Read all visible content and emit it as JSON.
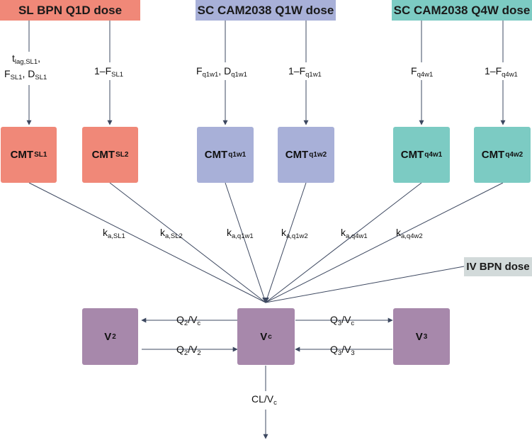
{
  "colors": {
    "sl": "#f08878",
    "q1w": "#a8b0d8",
    "q4w": "#7ccbc3",
    "iv": "#d2dada",
    "volume": "#a788ab",
    "line": "#3d4860"
  },
  "dose_boxes": {
    "sl": "SL BPN Q1D dose",
    "q1w": "SC CAM2038 Q1W dose",
    "q4w": "SC CAM2038 Q4W dose",
    "iv": "IV BPN dose"
  },
  "input_labels": {
    "sl1_line1": {
      "main": "t",
      "sub": "lag,SL1",
      "tail": ","
    },
    "sl1_line2": {
      "a": "F",
      "a_sub": "SL1",
      "sep": ", ",
      "b": "D",
      "b_sub": "SL1"
    },
    "sl2": {
      "main": "1–F",
      "sub": "SL1"
    },
    "q1w1": {
      "a": "F",
      "a_sub": "q1w1",
      "sep": ", ",
      "b": "D",
      "b_sub": "q1w1"
    },
    "q1w2": {
      "main": "1–F",
      "sub": "q1w1"
    },
    "q4w1": {
      "main": "F",
      "sub": "q4w1"
    },
    "q4w2": {
      "main": "1–F",
      "sub": "q4w1"
    }
  },
  "compartments": [
    {
      "main": "CMT",
      "sub": "SL1"
    },
    {
      "main": "CMT",
      "sub": "SL2"
    },
    {
      "main": "CMT",
      "sub": "q1w1"
    },
    {
      "main": "CMT",
      "sub": "q1w2"
    },
    {
      "main": "CMT",
      "sub": "q4w1"
    },
    {
      "main": "CMT",
      "sub": "q4w2"
    }
  ],
  "absorption_labels": [
    {
      "main": "k",
      "sub": "a,SL1"
    },
    {
      "main": "k",
      "sub": "a,SL2"
    },
    {
      "main": "k",
      "sub": "a,q1w1"
    },
    {
      "main": "k",
      "sub": "a,q1w2"
    },
    {
      "main": "k",
      "sub": "a,q4w1"
    },
    {
      "main": "k",
      "sub": "a,q4w2"
    }
  ],
  "volumes": {
    "v2": {
      "main": "V",
      "sub": "2"
    },
    "vc": {
      "main": "V",
      "sub": "c"
    },
    "v3": {
      "main": "V",
      "sub": "3"
    }
  },
  "flow_labels": {
    "q2_out": {
      "a": "Q",
      "a_sub": "2",
      "mid": "/V",
      "b_sub": "c"
    },
    "q2_in": {
      "a": "Q",
      "a_sub": "2",
      "mid": "/V",
      "b_sub": "2"
    },
    "q3_out": {
      "a": "Q",
      "a_sub": "3",
      "mid": "/V",
      "b_sub": "c"
    },
    "q3_in": {
      "a": "Q",
      "a_sub": "3",
      "mid": "/V",
      "b_sub": "3"
    },
    "cl": {
      "a": "CL",
      "mid": "/V",
      "b_sub": "c"
    }
  }
}
